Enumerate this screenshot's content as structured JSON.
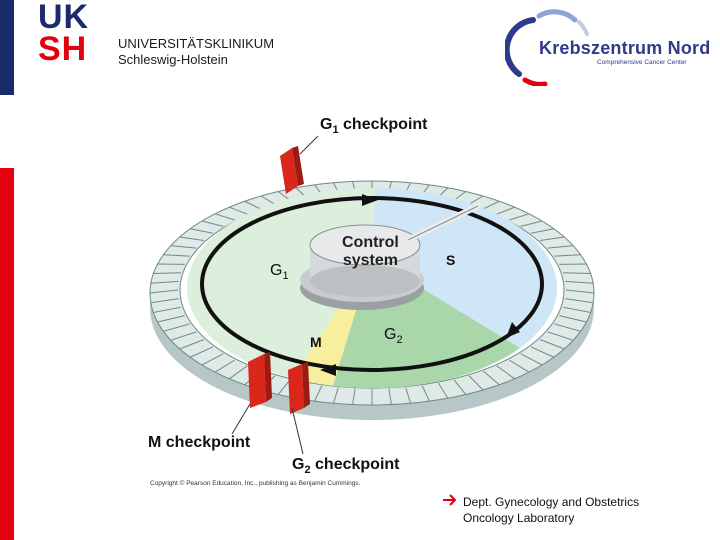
{
  "header": {
    "logo_line1": "UK",
    "logo_line2": "SH",
    "institution_line1": "UNIVERSITÄTSKLINIKUM",
    "institution_line2": "Schleswig-Holstein",
    "partner_logo_title": "Krebszentrum Nord",
    "partner_logo_subtitle": "Comprehensive Cancer Center"
  },
  "diagram": {
    "g1_checkpoint": "checkpoint",
    "m_checkpoint": "M checkpoint",
    "g2_checkpoint": "checkpoint",
    "control_system_line1": "Control",
    "control_system_line2": "system",
    "phase_g1": "G",
    "phase_s": "S",
    "phase_g2": "G",
    "phase_m": "M",
    "copyright": "Copyright © Pearson Education, Inc., publishing as Benjamin Cummings."
  },
  "footer": {
    "dept_line1": "Dept. Gynecology and Obstetrics",
    "dept_line2": "Oncology Laboratory"
  },
  "colors": {
    "uksh_blue": "#1b2a6b",
    "uksh_red": "#e3000f",
    "kzn_blue": "#2e3a8c",
    "g1_green": "#dcefdc",
    "s_blue": "#cfe6f7",
    "g2_green": "#a9d7a9",
    "m_yellow": "#f7ef9e",
    "checkpoint_red": "#d9271c"
  }
}
